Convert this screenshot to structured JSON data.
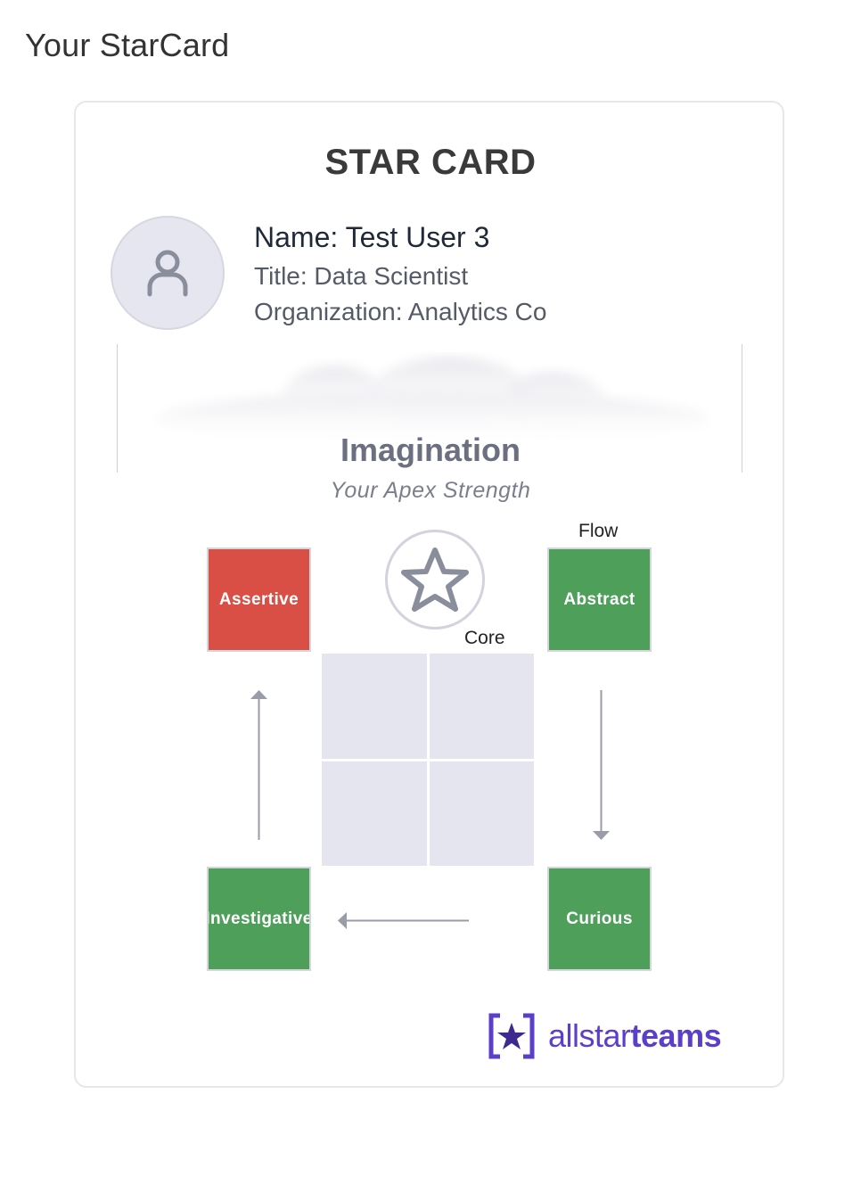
{
  "page": {
    "title": "Your StarCard"
  },
  "card": {
    "title": "STAR CARD",
    "profile": {
      "name": "Name: Test User 3",
      "title": "Title: Data Scientist",
      "organization": "Organization: Analytics Co"
    },
    "apex": {
      "strength": "Imagination",
      "subtitle": "Your Apex Strength"
    },
    "labels": {
      "flow": "Flow",
      "core": "Core"
    },
    "strengths": [
      {
        "label": "Assertive",
        "color": "#d94f45"
      },
      {
        "label": "Abstract",
        "color": "#4e9f5a"
      },
      {
        "label": "Investigative",
        "color": "#4e9f5a"
      },
      {
        "label": "Curious",
        "color": "#4e9f5a"
      }
    ],
    "logo": {
      "light": "allstar",
      "bold": "teams",
      "color": "#5b3fc9"
    }
  },
  "icons": {
    "avatar": "user-icon",
    "core": "star-icon",
    "logo": "star-bracket-icon"
  }
}
